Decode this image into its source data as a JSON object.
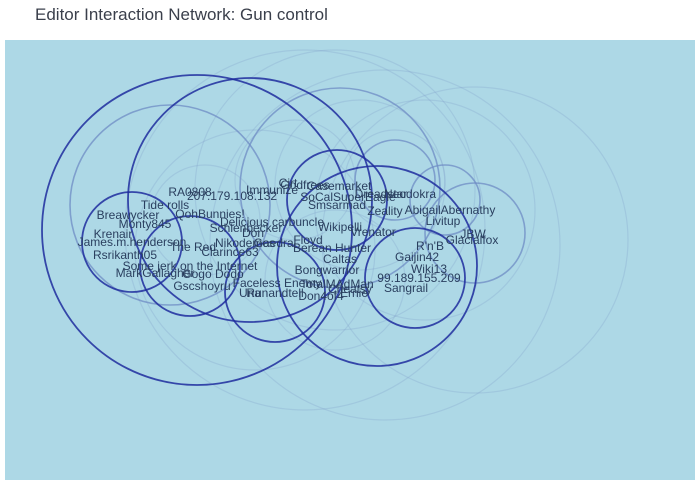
{
  "title": "Editor Interaction Network: Gun control",
  "colors": {
    "background": "#add8e6",
    "ring_strong": "#1f2d9e",
    "ring_faint": "#7b97c9",
    "label": "#2a3f5f"
  },
  "nodes": [
    "RA0808",
    "Immunize",
    "Cirt",
    "Godfrees",
    "Casemarket",
    "SoCalSuperEagle",
    "Dreadstar",
    "Neodokra",
    "207.179.108.132",
    "Tide rolls",
    "Zeality",
    "AbigailAbernathy",
    "Breawycker",
    "QohBunnies!",
    "Smsarmad",
    "Livitup",
    "Monty845",
    "Delicious carbuncle",
    "Wikipelli",
    "JBW",
    "Krenair",
    "Schlenbecker",
    "Vrenator",
    "Glacialfox",
    "James.m.henderson",
    "Don",
    "Nikodemos",
    "Gaedral",
    "Floyd",
    "R'n'B",
    "The Red",
    "Berean Hunter",
    "Rsrikanth05",
    "Clarince63",
    "Gaijin42",
    "Caltas",
    "Some jerk on the Internet",
    "Wiki13",
    "Bongwarrior",
    "MarkGallagher",
    "Gogo Dodo",
    "99.189.155.209",
    "Faceless Enemy",
    "TotalMAdMan",
    "Gscshoyru",
    "Sangrail",
    "Una",
    "Runandtell",
    "Cheatsy",
    "Don4of4",
    "Ernie"
  ]
}
